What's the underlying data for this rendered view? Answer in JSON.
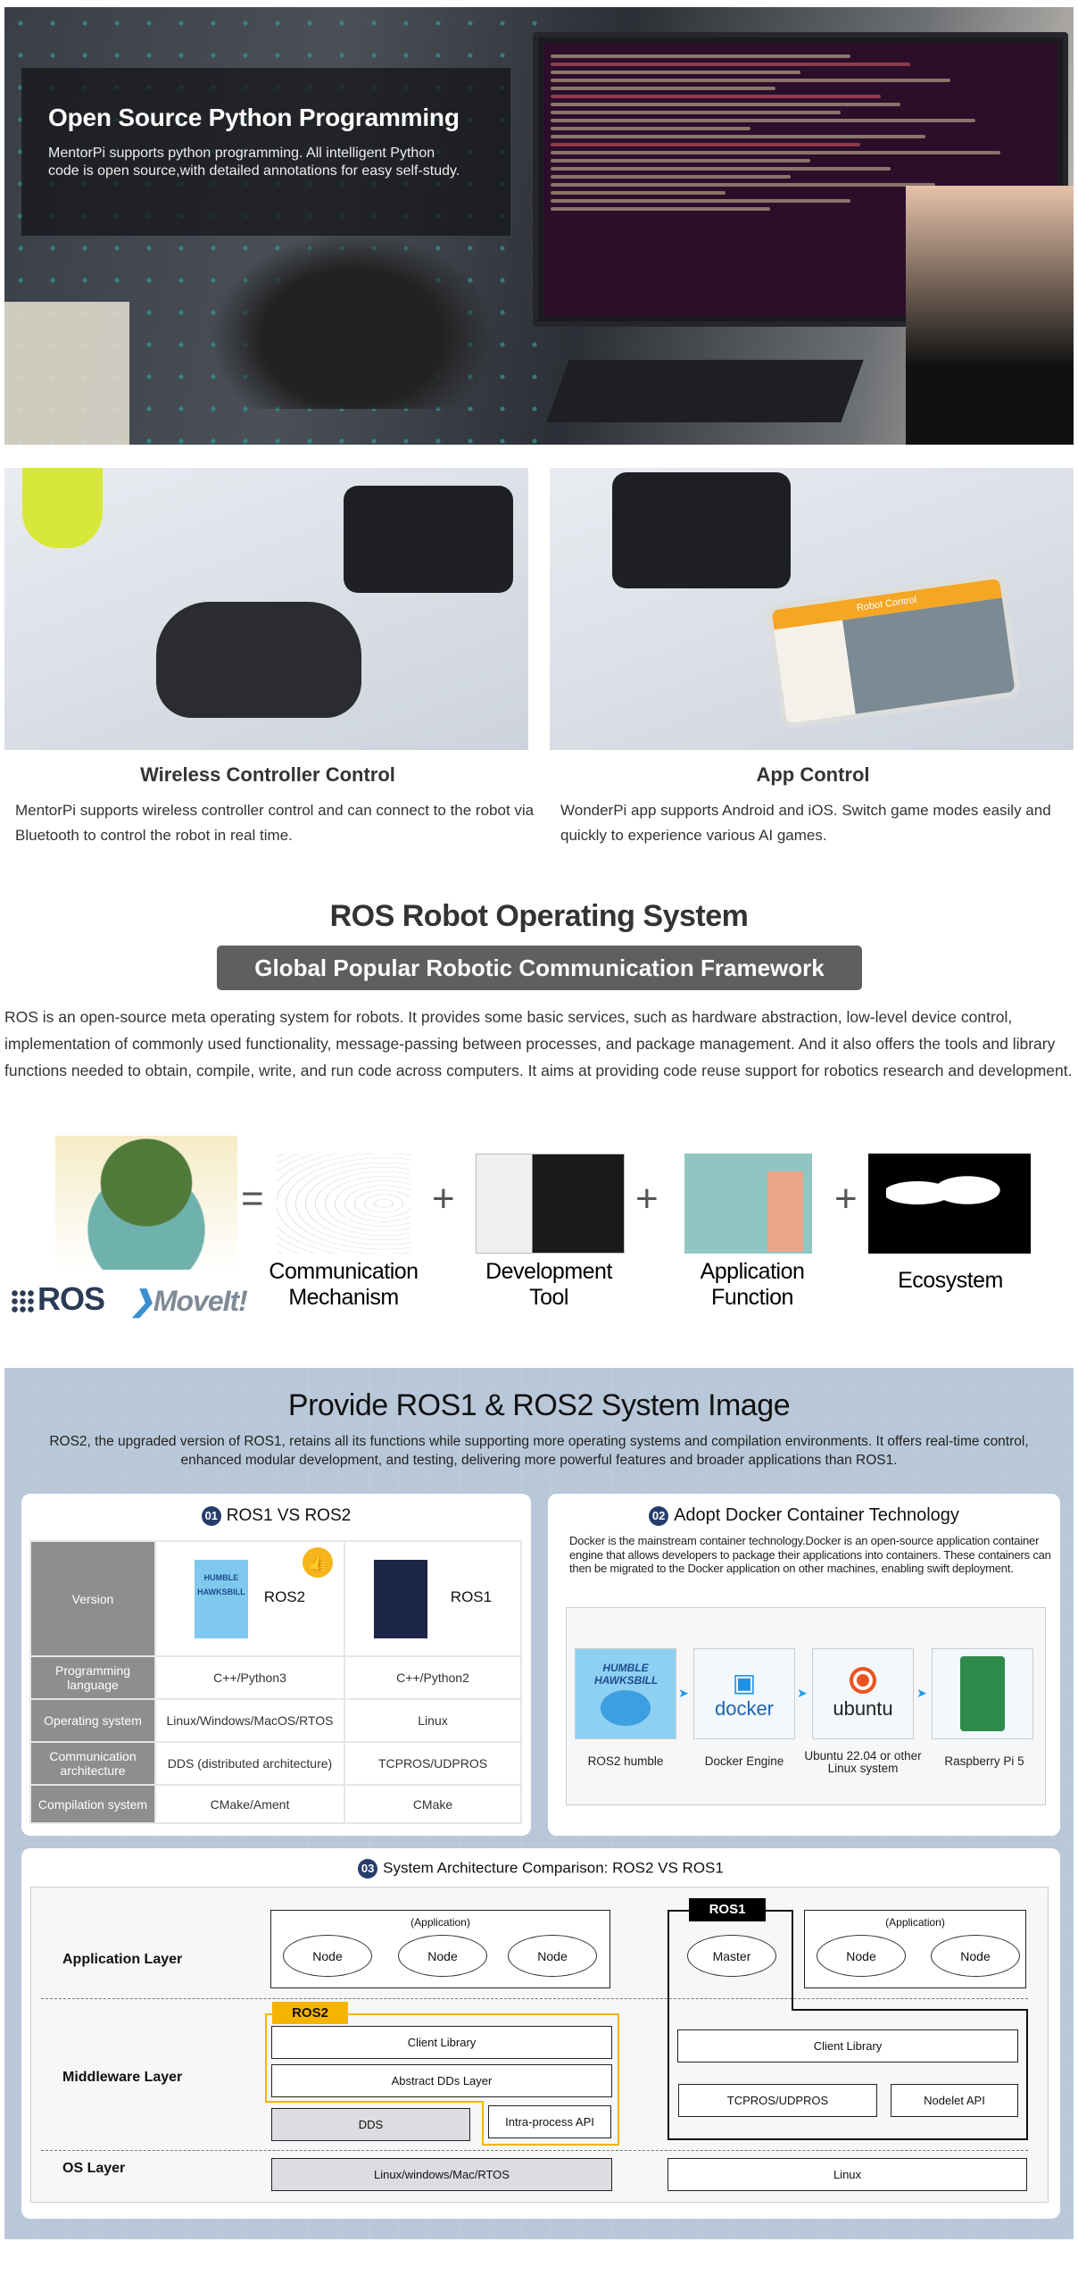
{
  "hero": {
    "title": "Open Source Python Programming",
    "text": "MentorPi supports python programming. All intelligent Python code is open source,with detailed annotations for easy self-study."
  },
  "features": [
    {
      "title": "Wireless Controller Control",
      "text": "MentorPi supports wireless controller control and can connect to the robot via Bluetooth to control the robot in real time."
    },
    {
      "title": "App Control",
      "text": "WonderPi app supports Android and iOS. Switch game modes easily and quickly to experience various AI games.",
      "app_header": "Robot Control"
    }
  ],
  "ros": {
    "title": "ROS Robot Operating System",
    "banner": "Global Popular Robotic Communication Framework",
    "paragraph": "ROS is an open-source meta operating system for robots. It provides some basic services, such as hardware abstraction, low-level device control, implementation of commonly used functionality, message-passing between processes, and package management. And it also offers the tools and library functions needed to obtain, compile, write, and run code across computers. It aims at providing code reuse support for robotics research and development.",
    "logo_ros": "ROS",
    "logo_moveit": "MoveIt!",
    "equals": "=",
    "plus": "+",
    "components": [
      {
        "line1": "Communication",
        "line2": "Mechanism"
      },
      {
        "line1": "Development",
        "line2": "Tool"
      },
      {
        "line1": "Application",
        "line2": "Function"
      },
      {
        "line1": "Ecosystem",
        "line2": ""
      }
    ]
  },
  "image_section": {
    "title": "Provide ROS1 & ROS2 System Image",
    "text": "ROS2, the upgraded version of ROS1, retains all its functions while supporting more operating systems and compilation environments. It offers real-time control, enhanced modular development, and testing, delivering more powerful features and broader applications than ROS1."
  },
  "compare": {
    "num": "01",
    "title": "ROS1 VS ROS2",
    "version_label": "Version",
    "ros2": "ROS2",
    "ros1": "ROS1",
    "ros2_poster": "HUMBLE HAWKSBILL",
    "rows": [
      {
        "label": "Programming language",
        "ros2": "C++/Python3",
        "ros1": "C++/Python2"
      },
      {
        "label": "Operating system",
        "ros2": "Linux/Windows/MacOS/RTOS",
        "ros1": "Linux"
      },
      {
        "label": "Communication architecture",
        "ros2": "DDS (distributed architecture)",
        "ros1": "TCPROS/UDPROS"
      },
      {
        "label": "Compilation system",
        "ros2": "CMake/Ament",
        "ros1": "CMake"
      }
    ]
  },
  "docker": {
    "num": "02",
    "title": "Adopt Docker Container Technology",
    "text": "Docker is the mainstream container technology.Docker is an open-source application container engine that allows developers to package their applications into containers. These containers can then be migrated to the Docker application on other machines, enabling swift deployment.",
    "steps": [
      {
        "label": "ROS2 humble",
        "logo": "HUMBLE HAWKSBILL"
      },
      {
        "label": "Docker Engine",
        "logo": "docker"
      },
      {
        "label": "Ubuntu 22.04 or other Linux system",
        "logo": "ubuntu"
      },
      {
        "label": "Raspberry Pi 5",
        "logo": ""
      }
    ]
  },
  "arch": {
    "num": "03",
    "title": "System Architecture Comparison: ROS2 VS ROS1",
    "layers": [
      "Application Layer",
      "Middleware Layer",
      "OS Layer"
    ],
    "application": "(Application)",
    "node": "Node",
    "master": "Master",
    "ros2_tag": "ROS2",
    "ros1_tag": "ROS1",
    "client_library": "Client Library",
    "abstract_dds": "Abstract DDs Layer",
    "dds": "DDS",
    "intra": "Intra-process API",
    "tcpros": "TCPROS/UDPROS",
    "nodelet": "Nodelet API",
    "os_ros2": "Linux/windows/Mac/RTOS",
    "os_ros1": "Linux"
  }
}
